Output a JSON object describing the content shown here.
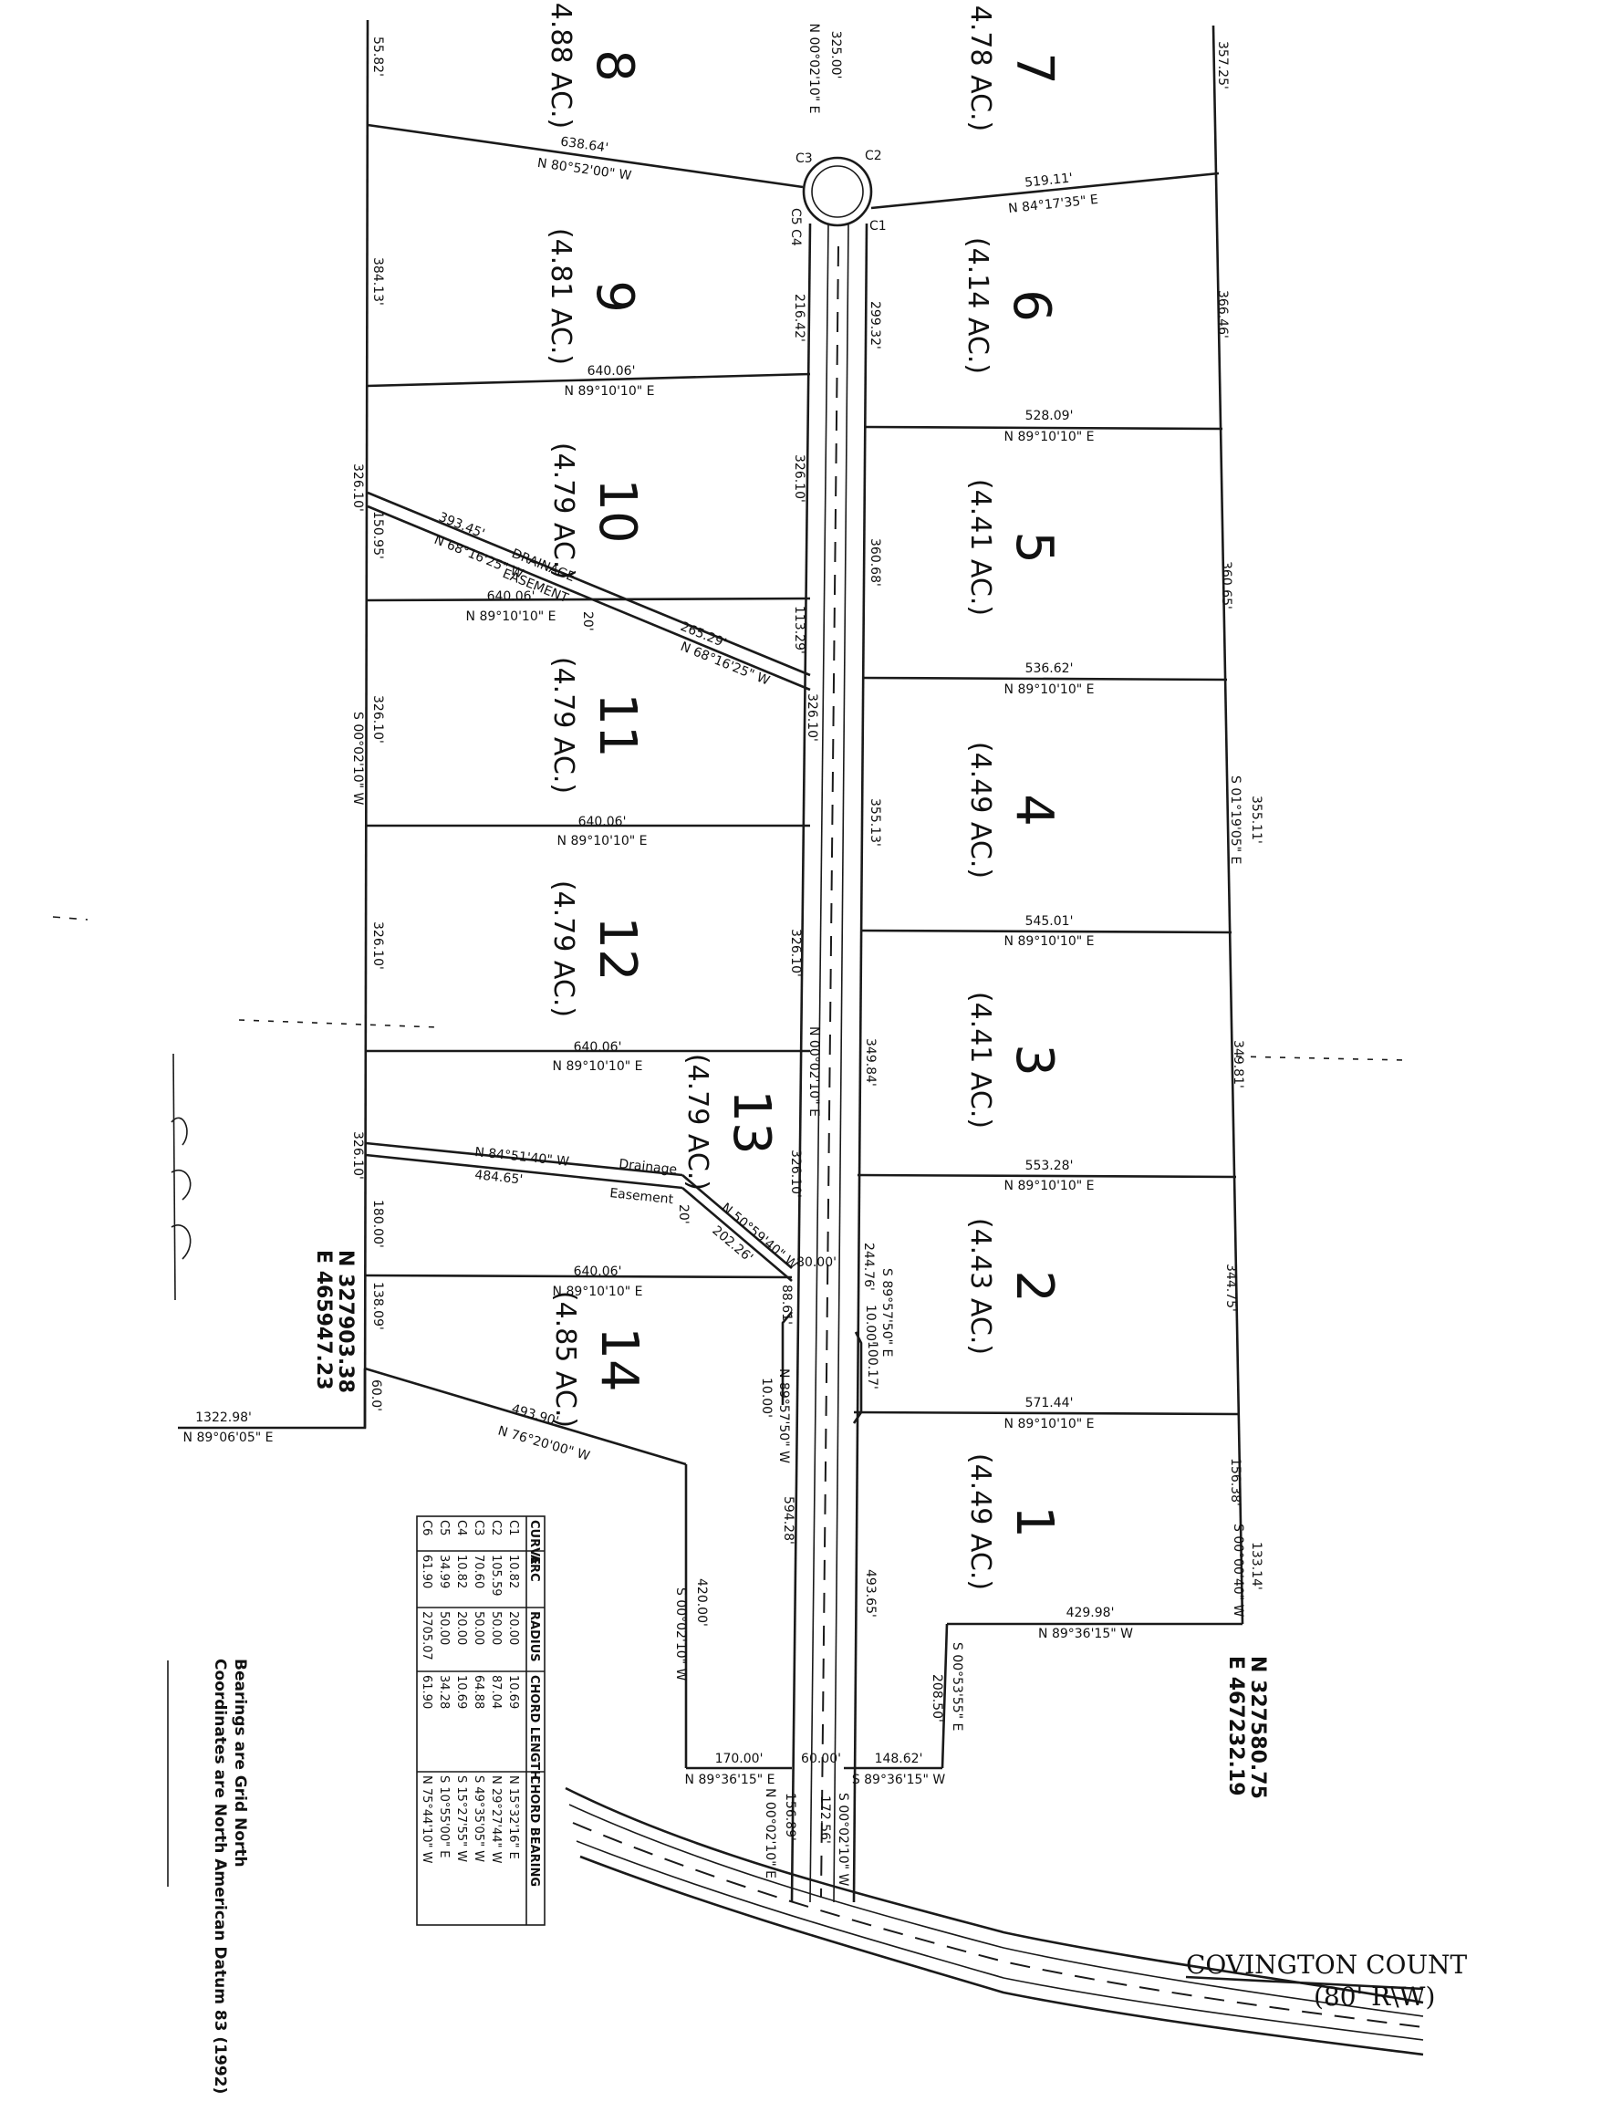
{
  "lots": [
    {
      "num": "7",
      "acres": "4.78 AC.)"
    },
    {
      "num": "8",
      "acres": "4.88 AC.)"
    },
    {
      "num": "6",
      "acres": "(4.14 AC.)"
    },
    {
      "num": "9",
      "acres": "(4.81 AC.)"
    },
    {
      "num": "5",
      "acres": "(4.41 AC.)"
    },
    {
      "num": "10",
      "acres": "(4.79 AC.)"
    },
    {
      "num": "4",
      "acres": "(4.49 AC.)"
    },
    {
      "num": "11",
      "acres": "(4.79 AC.)"
    },
    {
      "num": "3",
      "acres": "(4.41 AC.)"
    },
    {
      "num": "12",
      "acres": "(4.79 AC.)"
    },
    {
      "num": "13",
      "acres": "(4.79 AC.)"
    },
    {
      "num": "2",
      "acres": "(4.43 AC.)"
    },
    {
      "num": "14",
      "acres": "(4.85 AC.)"
    },
    {
      "num": "1",
      "acres": "(4.49 AC.)"
    }
  ],
  "dims": {
    "top_left": "55.82'",
    "top_right": "357.25'",
    "top_road_len": "325.00'",
    "top_road_bear": "N 00°02'10\" E",
    "l8_9_len": "638.64'",
    "l8_9_bear": "N 80°52'00\" W",
    "l6_7_len": "519.11'",
    "l6_7_bear": "N 84°17'35\" E",
    "c2": "C2",
    "c3": "C3",
    "c1": "C1",
    "c4c5": "C5 C4",
    "l9_left": "384.13'",
    "l9_road": "216.42'",
    "l6_road": "299.32'",
    "l6_right": "366.46'",
    "l9_10_len": "640.06'",
    "l9_10_bear": "N 89°10'10\" E",
    "l5_6_len": "528.09'",
    "l5_6_bear": "N 89°10'10\" E",
    "l10_road": "326.10'",
    "l10_left_top": "326.10'",
    "l10_left_bot": "150.95'",
    "drain1_len": "393.45'",
    "drain1_bear": "N 68°16'25\" W",
    "drain1_label": "DRAINAGE",
    "drain1_label2": "EASEMENT",
    "drain1_width": "20'",
    "l5_road": "360.68'",
    "l5_right": "360.65'",
    "l10_11_len": "640.06'",
    "l10_11_bear": "N 89°10'10\" E",
    "drain2_len": "265.29'",
    "drain2_bear": "N 68°16'25\" W",
    "l11_road_small": "113.29'",
    "l4_5_len": "536.62'",
    "l4_5_bear": "N 89°10'10\" E",
    "west_bear": "S 00°02'10\" W",
    "l11_left": "326.10'",
    "l11_road": "326.10'",
    "l4_road": "355.13'",
    "east_bear": "S 01°19'05\" E",
    "l4_right": "355.11'",
    "l11_12_len": "640.06'",
    "l11_12_bear": "N 89°10'10\" E",
    "l3_4_len": "545.01'",
    "l3_4_bear": "N 89°10'10\" E",
    "l12_left": "326.10'",
    "l12_road": "326.10'",
    "l12_13_len": "640.06'",
    "l12_13_bear": "N 89°10'10\" E",
    "road_center_bear": "N 00°02'10\" E",
    "l3_road": "349.84'",
    "l3_right": "349.81'",
    "l13_left": "326.10'",
    "drain3_bear": "N 84°51'40\" W",
    "drain3_len": "484.65'",
    "drain3_label": "Drainage",
    "drain3_label2": "Easement",
    "drain3_width": "20'",
    "drain4_bear": "N 50°59'40\" W",
    "drain4_len": "202.26'",
    "l13_road": "326.10'",
    "l2_3_len": "553.28'",
    "l2_3_bear": "N 89°10'10\" E",
    "l13_left_low": "180.00'",
    "road_width": "80.00'",
    "l2_road": "244.76'",
    "l2_jog_bear": "S 89°57'50\" E",
    "l2_jog_len": "10.00'",
    "l2_right": "344.75'",
    "l13_14_len": "640.06'",
    "l13_14_bear": "N 89°10'10\" E",
    "l14_left": "138.09'",
    "l14_road": "88.61'",
    "jog_left_bear": "N 89°57'50\" W",
    "jog_left_len": "10.00'",
    "l2_low": "100.17'",
    "nw_n": "N 327903.38",
    "nw_e": "E 465947.23",
    "sw_len": "1322.98'",
    "sw_bear": "N 89°06'05\" E",
    "sw_v": "60.0'",
    "l14_s_len": "493.90'",
    "l14_s_bear": "N 76°20'00\" W",
    "l1_2_len": "571.44'",
    "l1_2_bear": "N 89°10'10\" E",
    "l14_road_low": "594.28'",
    "l1_right_top": "156.38'",
    "l1_right_bear": "S 00°00'40\" W",
    "l1_right_low": "133.14'",
    "l1_road": "493.65'",
    "l14_sw_len": "420.00'",
    "l14_sw_bear": "S 00°02'10\" W",
    "l1_s_len": "429.98'",
    "l1_s_bear": "N 89°36'15\" W",
    "se_n": "N 327580.75",
    "se_e": "E 467232.19",
    "l1_sv_bear": "S 00°53'55\" E",
    "l1_sv_len": "208.50'",
    "bot_left_len": "170.00'",
    "bot_left_bear": "N 89°36'15\" E",
    "bot_mid": "60.00'",
    "bot_right_len": "148.62'",
    "bot_right_bear": "S 89°36'15\" W",
    "entry_left_bear": "N 00°02'10\" E",
    "entry_left_len": "156.89'",
    "entry_right_len": "172.56'",
    "entry_right_bear": "S 00°02'10\" W"
  },
  "road": {
    "name": "COVINGTON COUNT",
    "row": "(80' R\\W)"
  },
  "notes": {
    "line1": "Bearings are Grid North",
    "line2": "Coordinates are North American Datum 83 (1992)"
  },
  "curve_table": {
    "headers": [
      "CURVE",
      "ARC",
      "RADIUS",
      "CHORD LENGTH",
      "CHORD BEARING"
    ],
    "rows": [
      [
        "C1",
        "10.82",
        "20.00",
        "10.69",
        "N 15°32'16\" E"
      ],
      [
        "C2",
        "105.59",
        "50.00",
        "87.04",
        "N 29°27'44\" W"
      ],
      [
        "C3",
        "70.60",
        "50.00",
        "64.88",
        "S 49°35'05\" W"
      ],
      [
        "C4",
        "10.82",
        "20.00",
        "10.69",
        "S 15°27'55\" W"
      ],
      [
        "C5",
        "34.99",
        "50.00",
        "34.28",
        "S 10°55'00\" E"
      ],
      [
        "C6",
        "61.90",
        "2705.07",
        "61.90",
        "N 75°44'10\" W"
      ]
    ]
  }
}
